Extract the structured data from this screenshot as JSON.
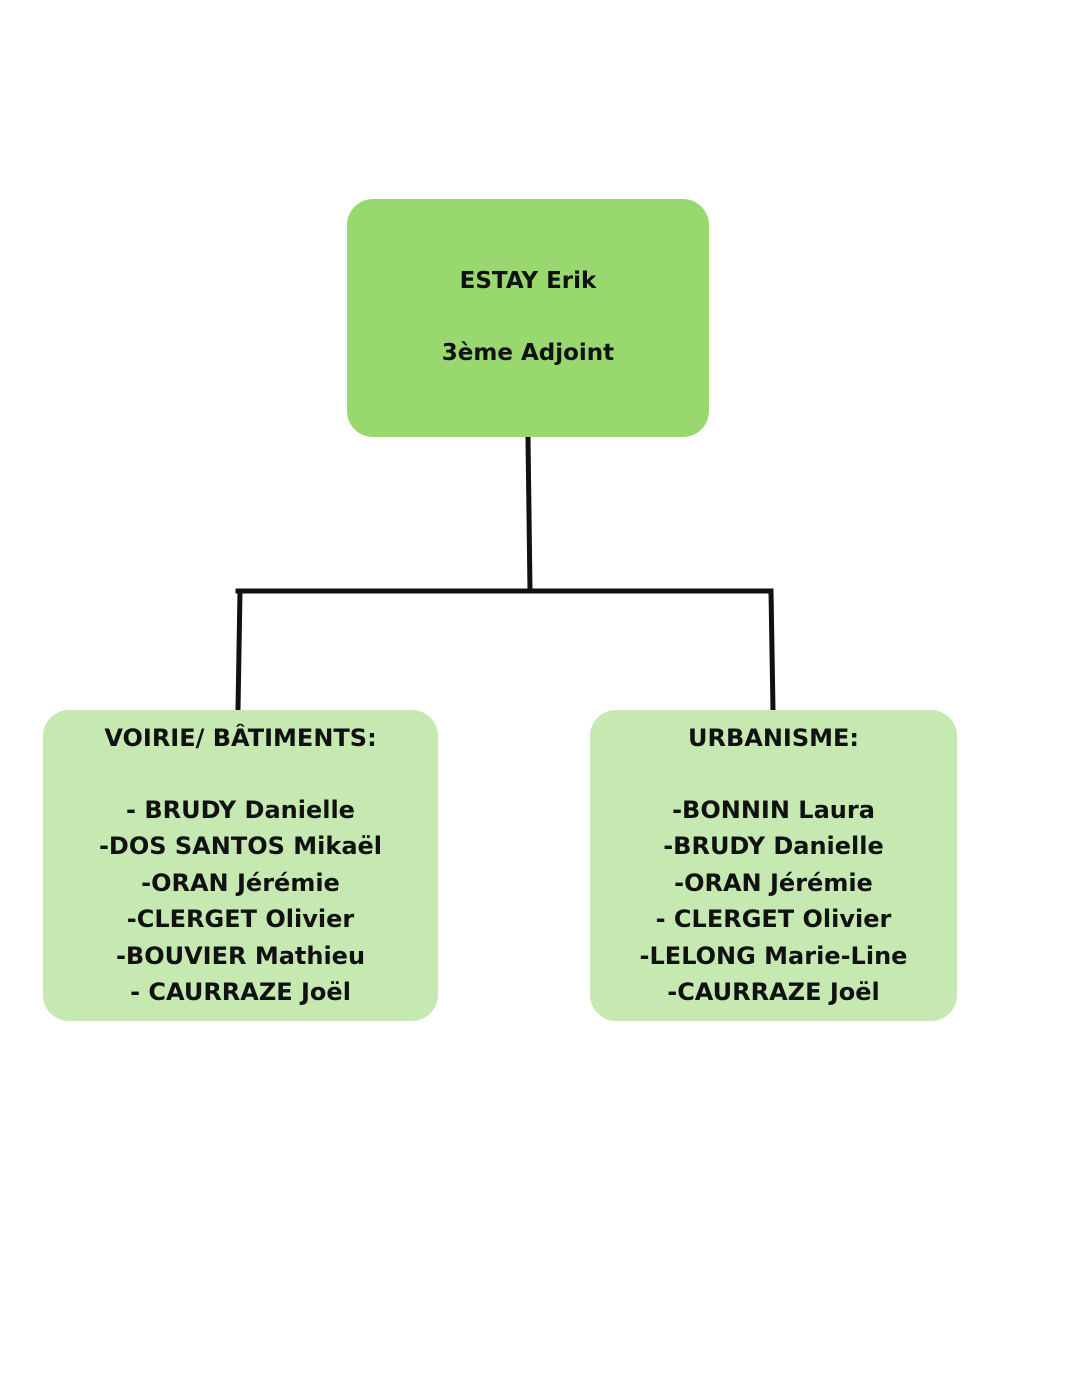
{
  "colors": {
    "root_fill": "#98d86e",
    "child_fill": "#c6e9b2",
    "connector": "#111111",
    "text": "#111111",
    "background": "#ffffff"
  },
  "root": {
    "name": "ESTAY Erik",
    "role": "3ème Adjoint"
  },
  "children": [
    {
      "title": "VOIRIE/ BÂTIMENTS:",
      "members": [
        "- BRUDY Danielle",
        "-DOS SANTOS Mikaël",
        "-ORAN Jérémie",
        "-CLERGET Olivier",
        "-BOUVIER Mathieu",
        "- CAURRAZE Joël"
      ]
    },
    {
      "title": "URBANISME:",
      "members": [
        "-BONNIN Laura",
        "-BRUDY Danielle",
        "-ORAN Jérémie",
        "- CLERGET Olivier",
        "-LELONG Marie-Line",
        "-CAURRAZE Joël"
      ]
    }
  ]
}
